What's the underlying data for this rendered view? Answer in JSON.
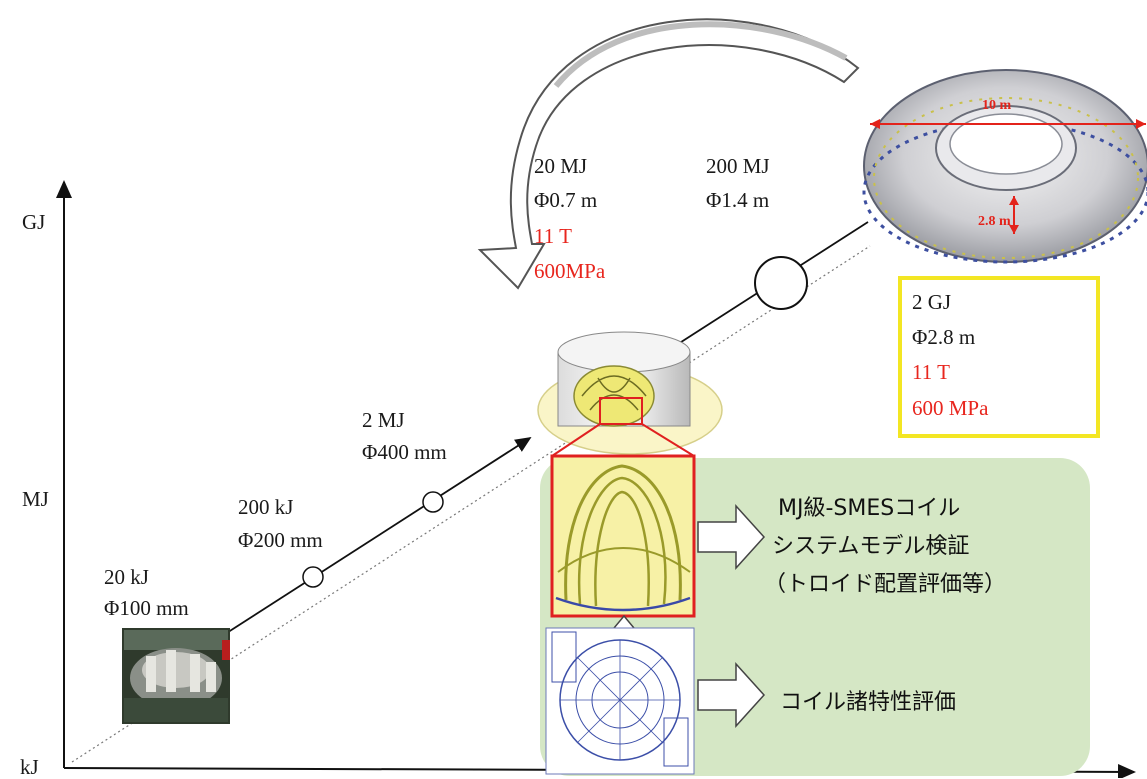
{
  "axis": {
    "y_top": "GJ",
    "y_mid": "MJ",
    "y_bottom": "kJ"
  },
  "stages": [
    {
      "energy": "20 kJ",
      "diameter": "Φ100 mm"
    },
    {
      "energy": "200 kJ",
      "diameter": "Φ200 mm"
    },
    {
      "energy": "2 MJ",
      "diameter": "Φ400 mm"
    },
    {
      "energy": "20 MJ",
      "diameter": "Φ0.7 m",
      "field": "11 T",
      "stress": "600MPa"
    },
    {
      "energy": "200 MJ",
      "diameter": "Φ1.4 m"
    }
  ],
  "target_box": {
    "energy": "2 GJ",
    "diameter": "Φ2.8 m",
    "field": "11 T",
    "stress": "600 MPa"
  },
  "torus_dims": {
    "width": "10 m",
    "height": "2.8 m"
  },
  "panel": {
    "line1": "MJ級-SMESコイル",
    "line2": "システムモデル検証",
    "line3": "（トロイド配置評価等）",
    "line4": "コイル諸特性評価"
  },
  "colors": {
    "red": "#e8261e",
    "yellow_box": "#f3e623",
    "panel_green": "#d5e7c5",
    "coil_yellow": "#f2ef6f"
  }
}
